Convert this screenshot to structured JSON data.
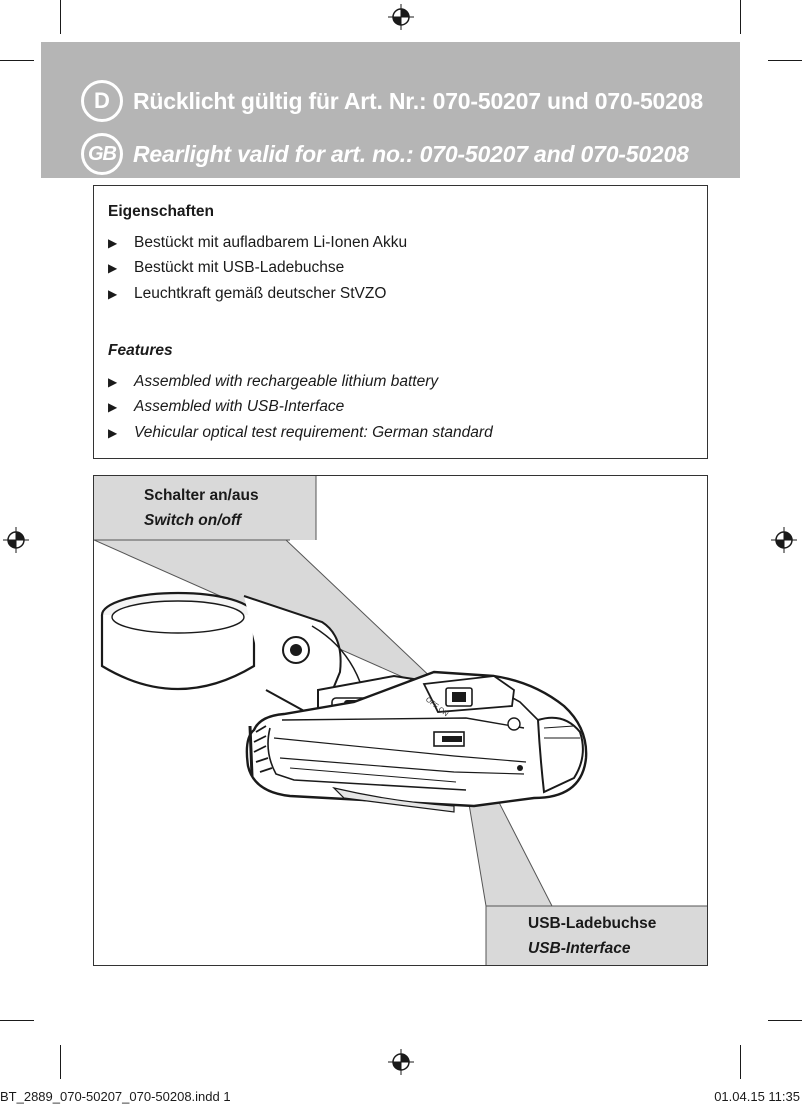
{
  "header": {
    "de_badge": "D",
    "de_title": "Rücklicht gültig für Art. Nr.: 070-50207 und 070-50208",
    "gb_badge": "GB",
    "gb_title": "Rearlight valid for art. no.: 070-50207 and 070-50208"
  },
  "features_de": {
    "heading": "Eigenschaften",
    "items": [
      "Bestückt mit aufladbarem Li-Ionen Akku",
      "Bestückt mit USB-Ladebuchse",
      "Leuchtkraft gemäß deutscher StVZO"
    ]
  },
  "features_en": {
    "heading": "Features",
    "items": [
      "Assembled with rechargeable lithium battery",
      "Assembled with USB-Interface",
      "Vehicular optical test requirement: German standard"
    ]
  },
  "bullet_symbol": "▶",
  "diagram": {
    "switch_label_de": "Schalter an/aus",
    "switch_label_en": "Switch on/off",
    "usb_label_de": "USB-Ladebuchse",
    "usb_label_en": "USB-Interface",
    "device_marking": "OFF  ON"
  },
  "footer": {
    "file": "BT_2889_070-50207_070-50208.indd   1",
    "datetime": "01.04.15   11:35"
  },
  "colors": {
    "header_band": "#b5b5b5",
    "callout_fill": "#d9d9d9",
    "text": "#1a1a1a"
  }
}
